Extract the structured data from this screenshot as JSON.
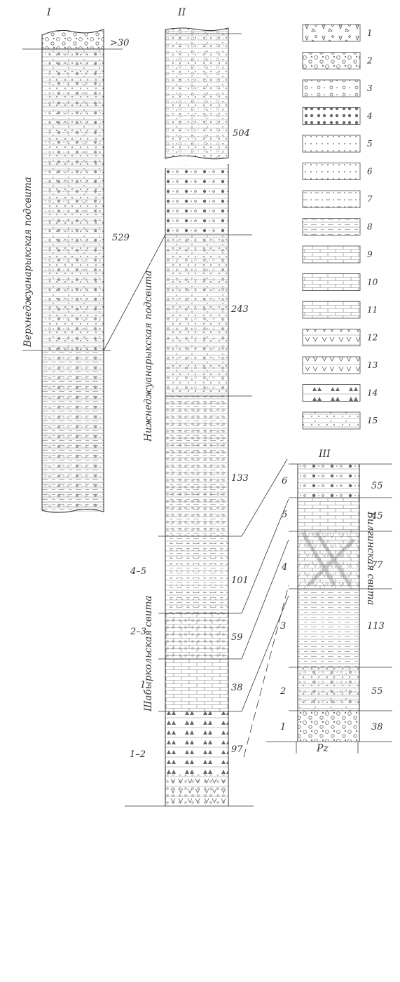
{
  "columns": {
    "I": {
      "label": "I",
      "thickness": [
        ">30",
        "529"
      ]
    },
    "II": {
      "label": "II",
      "thickness": [
        "504",
        "243",
        "133",
        "101",
        "59",
        "38",
        "97"
      ],
      "units": [
        "4–5",
        "2–3",
        "1",
        "1–2"
      ]
    },
    "III": {
      "label": "III",
      "thickness": [
        "55",
        "45",
        "77",
        "113",
        "55",
        "38"
      ],
      "units": [
        "6",
        "5",
        "4",
        "3",
        "2",
        "1"
      ],
      "base": "Pz"
    }
  },
  "formations": {
    "upper": "Верхнеджуанарыкская подсвита",
    "lower": "Нижнеджуанарыкская подсвита",
    "shabyr": "Шабыркольская свита",
    "bilgin": "Билгинская свита"
  },
  "legend": {
    "numbers": [
      "1",
      "2",
      "3",
      "4",
      "5",
      "6",
      "7",
      "8",
      "9",
      "10",
      "11",
      "12",
      "13",
      "14",
      "15"
    ],
    "icons": [
      "breccia-icon",
      "conglomerate-icon",
      "gravelstone-icon",
      "coarse-sandstone-icon",
      "sandstone-icon",
      "fine-sandstone-icon",
      "siltstone-icon",
      "mudstone-icon",
      "limestone-icon",
      "massive-limestone-icon",
      "fossil-limestone-icon",
      "lava-icon",
      "tuff-icon",
      "fossil-marker-icon",
      "plant-remains-icon"
    ]
  }
}
